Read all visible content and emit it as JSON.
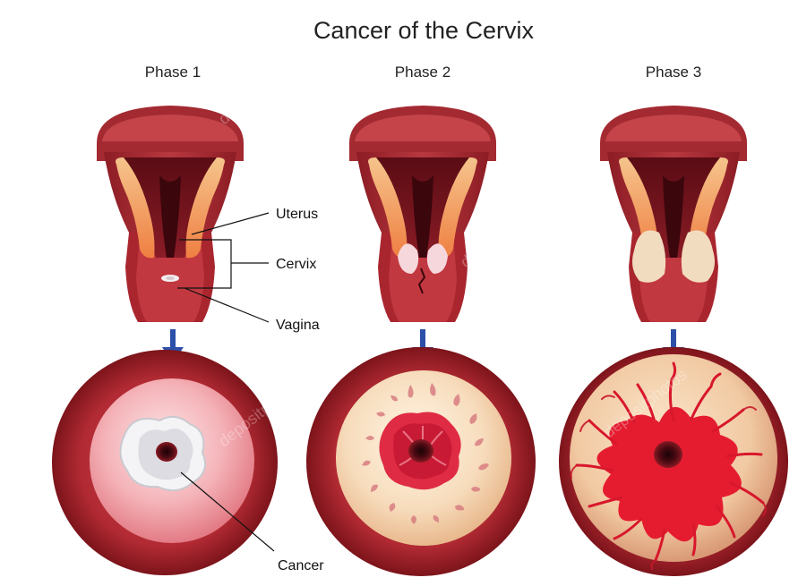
{
  "title": "Cancer of the Cervix",
  "phases": [
    {
      "label": "Phase 1"
    },
    {
      "label": "Phase 2"
    },
    {
      "label": "Phase 3"
    }
  ],
  "annotations": {
    "uterus": "Uterus",
    "cervix": "Cervix",
    "vagina": "Vagina",
    "cancer": "Cancer"
  },
  "watermark": "depositphotos",
  "colors": {
    "tissue_dark": "#8e1a1f",
    "tissue_mid": "#b8323a",
    "tissue_light": "#e6806a",
    "inner_orange": "#f0a15a",
    "cervix_face": "#f6dcc0",
    "tumor_red": "#e2283a",
    "tumor_white": "#f4f4f6",
    "arrow_blue": "#2c4fa8"
  }
}
